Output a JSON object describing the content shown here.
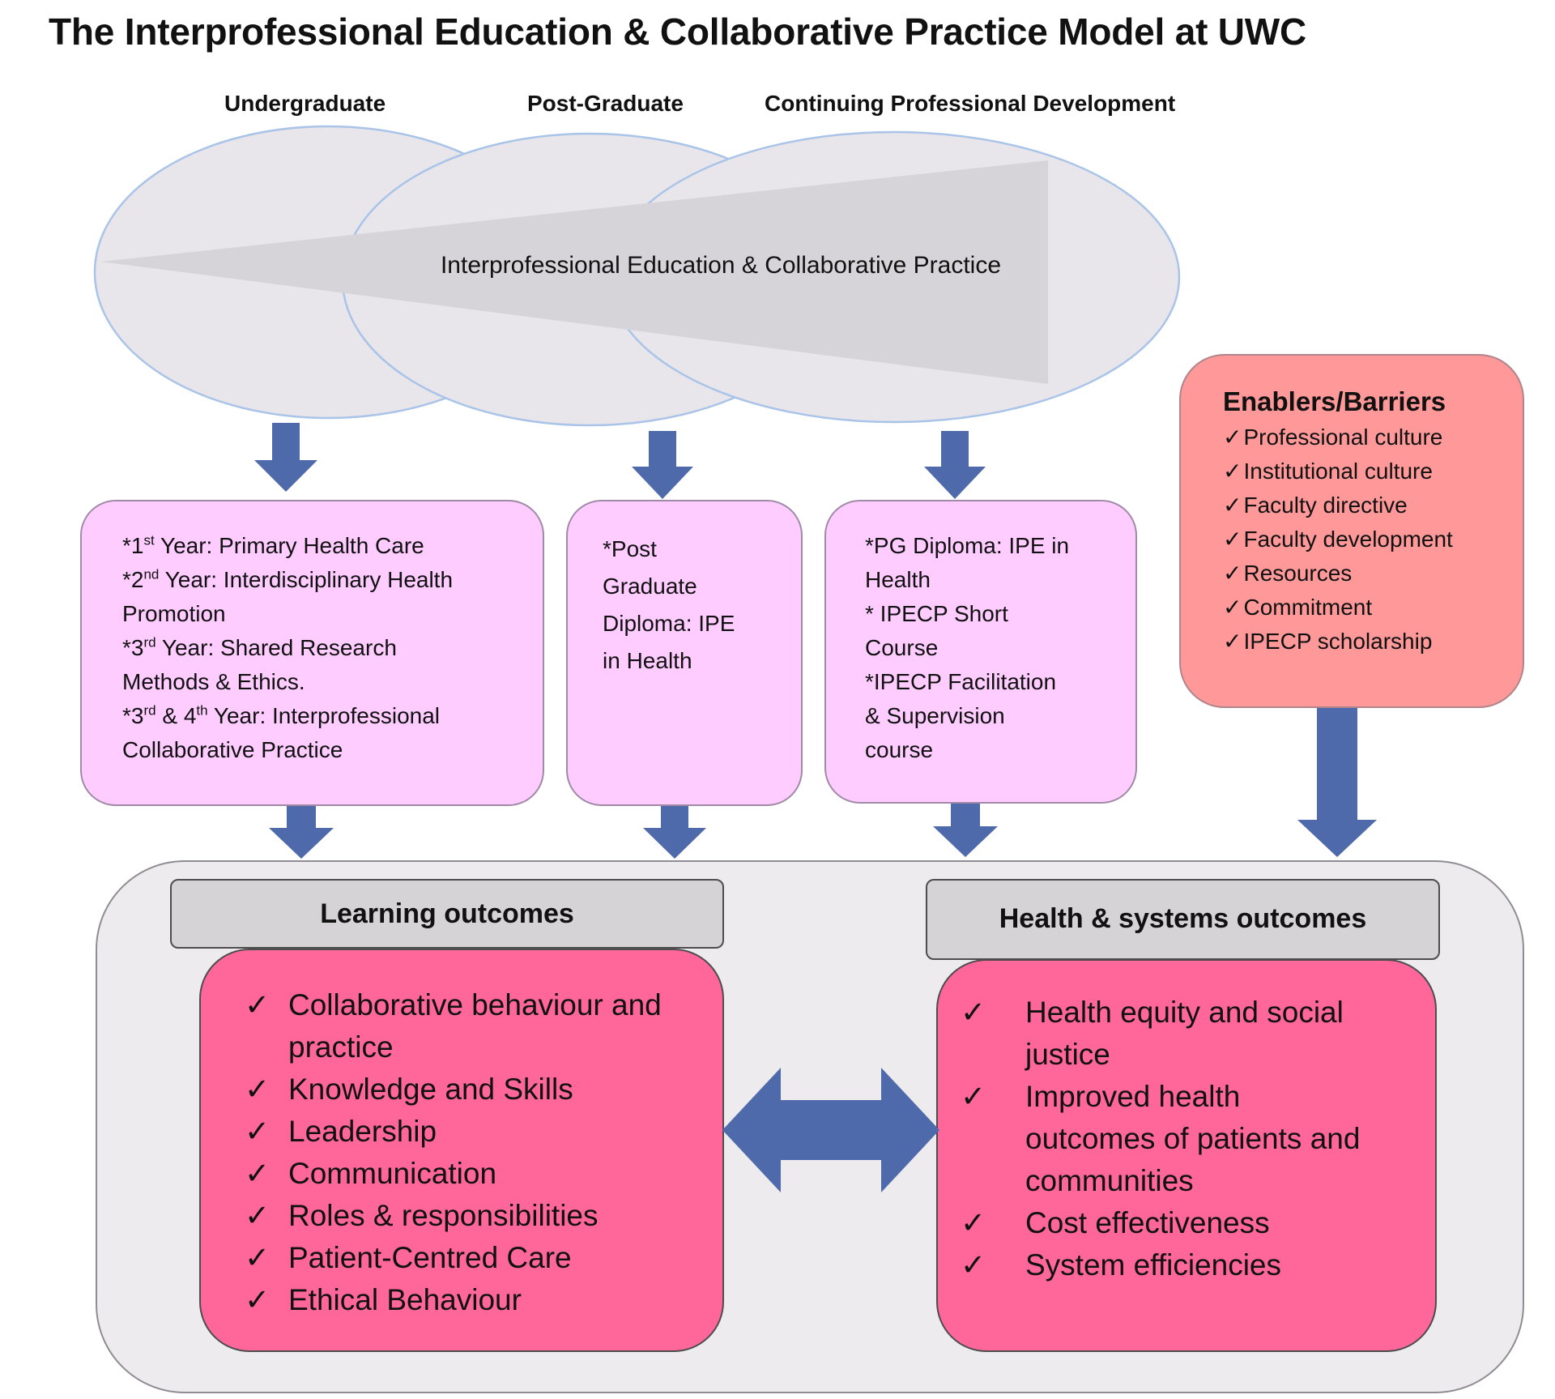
{
  "title": "The Interprofessional Education & Collaborative Practice Model at UWC",
  "stages": {
    "undergraduate": "Undergraduate",
    "postgraduate": "Post-Graduate",
    "cpd": "Continuing Professional Development"
  },
  "wedge_label": "Interprofessional Education & Collaborative Practice",
  "undergraduate_box": {
    "lines": [
      [
        "*1",
        "st",
        " Year: Primary Health Care"
      ],
      [
        "*2",
        "nd",
        " Year: Interdisciplinary Health"
      ],
      [
        "Promotion"
      ],
      [
        "*3",
        "rd",
        " Year: Shared Research"
      ],
      [
        "Methods & Ethics."
      ],
      [
        "*3",
        "rd",
        " & 4",
        "th",
        " Year: Interprofessional"
      ],
      [
        "Collaborative Practice"
      ]
    ]
  },
  "postgraduate_box": {
    "lines": [
      "*Post",
      "Graduate",
      "Diploma: IPE",
      "in Health"
    ]
  },
  "cpd_box": {
    "lines": [
      "*PG Diploma: IPE in",
      "Health",
      "* IPECP Short",
      "Course",
      "*IPECP Facilitation",
      "&  Supervision",
      "course"
    ]
  },
  "enablers": {
    "heading": "Enablers/Barriers",
    "check": "✓",
    "items": [
      "Professional culture",
      "Institutional culture",
      "Faculty directive",
      "Faculty development",
      "Resources",
      "Commitment",
      "IPECP scholarship"
    ]
  },
  "learning_outcomes": {
    "heading": "Learning outcomes",
    "check": "✓",
    "items": [
      [
        "Collaborative behaviour and",
        "practice"
      ],
      [
        "Knowledge and Skills"
      ],
      [
        "Leadership"
      ],
      [
        "Communication"
      ],
      [
        "Roles & responsibilities"
      ],
      [
        "Patient-Centred Care"
      ],
      [
        "Ethical Behaviour"
      ]
    ]
  },
  "health_outcomes": {
    "heading": "Health & systems outcomes",
    "check": "✓",
    "items": [
      [
        "Health equity and social",
        "justice"
      ],
      [
        "Improved health",
        "outcomes of patients and",
        "communities"
      ],
      [
        "Cost effectiveness"
      ],
      [
        "System efficiencies"
      ]
    ]
  },
  "colors": {
    "ellipse_fill": "#e8e6ea",
    "ellipse_stroke": "#a9c4e8",
    "wedge_fill": "#d7d4d9",
    "arrow_fill": "#4f6aaa",
    "program_box": "#ffccff",
    "enablers_box": "#ff9999",
    "outcome_box": "#ff6699",
    "container": "#edebed",
    "heading_box": "#d6d3d7"
  }
}
